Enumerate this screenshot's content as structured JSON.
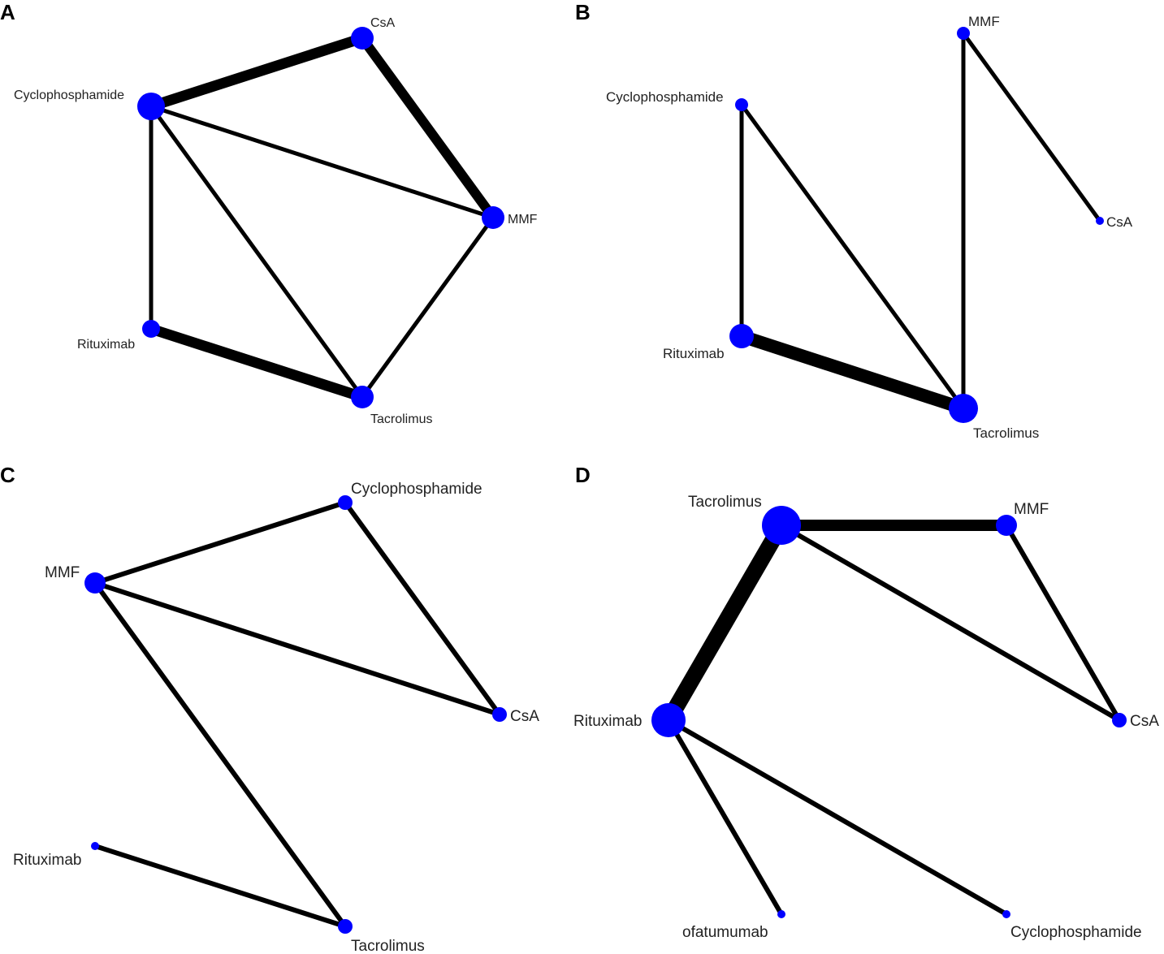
{
  "node_color": "#0000ff",
  "edge_color": "#000000",
  "panels": [
    {
      "letter": "A",
      "nodes": [
        {
          "id": "Cyclophosphamide",
          "label": "Cyclophosphamide"
        },
        {
          "id": "CsA",
          "label": "CsA"
        },
        {
          "id": "MMF",
          "label": "MMF"
        },
        {
          "id": "Rituximab",
          "label": "Rituximab"
        },
        {
          "id": "Tacrolimus",
          "label": "Tacrolimus"
        }
      ],
      "edges": [
        {
          "from": "Cyclophosphamide",
          "to": "CsA"
        },
        {
          "from": "CsA",
          "to": "MMF"
        },
        {
          "from": "Cyclophosphamide",
          "to": "MMF"
        },
        {
          "from": "Cyclophosphamide",
          "to": "Rituximab"
        },
        {
          "from": "Cyclophosphamide",
          "to": "Tacrolimus"
        },
        {
          "from": "Rituximab",
          "to": "Tacrolimus"
        },
        {
          "from": "MMF",
          "to": "Tacrolimus"
        }
      ]
    },
    {
      "letter": "B",
      "nodes": [
        {
          "id": "MMF",
          "label": "MMF"
        },
        {
          "id": "Cyclophosphamide",
          "label": "Cyclophosphamide"
        },
        {
          "id": "CsA",
          "label": "CsA"
        },
        {
          "id": "Rituximab",
          "label": "Rituximab"
        },
        {
          "id": "Tacrolimus",
          "label": "Tacrolimus"
        }
      ],
      "edges": [
        {
          "from": "MMF",
          "to": "Tacrolimus"
        },
        {
          "from": "MMF",
          "to": "CsA"
        },
        {
          "from": "Cyclophosphamide",
          "to": "Rituximab"
        },
        {
          "from": "Cyclophosphamide",
          "to": "Tacrolimus"
        },
        {
          "from": "Rituximab",
          "to": "Tacrolimus"
        }
      ]
    },
    {
      "letter": "C",
      "nodes": [
        {
          "id": "Cyclophosphamide",
          "label": "Cyclophosphamide"
        },
        {
          "id": "MMF",
          "label": "MMF"
        },
        {
          "id": "CsA",
          "label": "CsA"
        },
        {
          "id": "Rituximab",
          "label": "Rituximab"
        },
        {
          "id": "Tacrolimus",
          "label": "Tacrolimus"
        }
      ],
      "edges": [
        {
          "from": "MMF",
          "to": "Cyclophosphamide"
        },
        {
          "from": "Cyclophosphamide",
          "to": "CsA"
        },
        {
          "from": "MMF",
          "to": "CsA"
        },
        {
          "from": "MMF",
          "to": "Tacrolimus"
        },
        {
          "from": "Rituximab",
          "to": "Tacrolimus"
        }
      ]
    },
    {
      "letter": "D",
      "nodes": [
        {
          "id": "Tacrolimus",
          "label": "Tacrolimus"
        },
        {
          "id": "MMF",
          "label": "MMF"
        },
        {
          "id": "Rituximab",
          "label": "Rituximab"
        },
        {
          "id": "CsA",
          "label": "CsA"
        },
        {
          "id": "ofatumumab",
          "label": "ofatumumab"
        },
        {
          "id": "Cyclophosphamide",
          "label": "Cyclophosphamide"
        }
      ],
      "edges": [
        {
          "from": "Tacrolimus",
          "to": "MMF"
        },
        {
          "from": "Tacrolimus",
          "to": "Rituximab"
        },
        {
          "from": "Tacrolimus",
          "to": "CsA"
        },
        {
          "from": "MMF",
          "to": "CsA"
        },
        {
          "from": "Rituximab",
          "to": "ofatumumab"
        },
        {
          "from": "Rituximab",
          "to": "Cyclophosphamide"
        }
      ]
    }
  ]
}
